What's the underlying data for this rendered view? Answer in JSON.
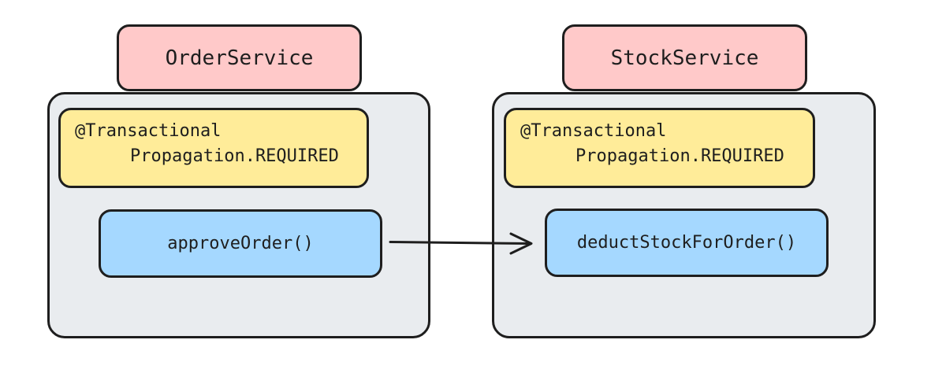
{
  "left_service": {
    "name": "OrderService",
    "annotation": "@Transactional",
    "propagation": "Propagation.REQUIRED",
    "method": "approveOrder()"
  },
  "right_service": {
    "name": "StockService",
    "annotation": "@Transactional",
    "propagation": "Propagation.REQUIRED",
    "method": "deductStockForOrder()"
  },
  "colors": {
    "service_label": "#ffc9c9",
    "container": "#e9ecef",
    "annotation": "#ffec99",
    "method": "#a5d8ff",
    "stroke": "#1e1e1e"
  }
}
